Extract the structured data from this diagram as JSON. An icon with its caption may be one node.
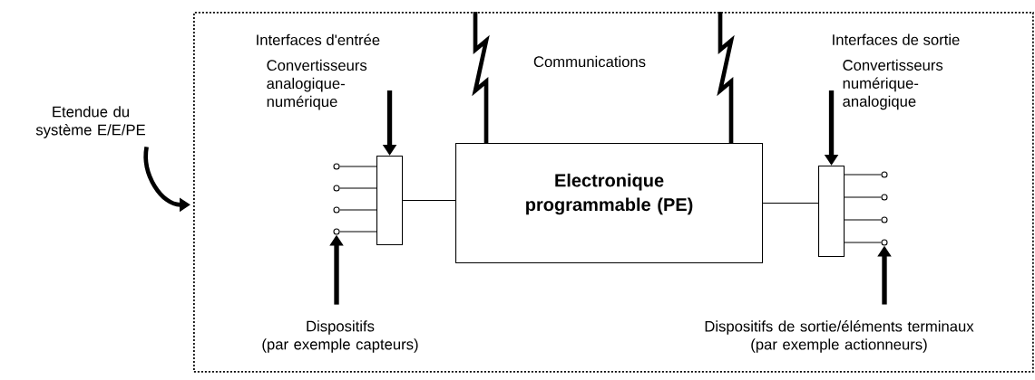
{
  "diagram": {
    "nodes": [
      {
        "text": [],
        "shape": "box"
      },
      {
        "text": [
          "Etendue du système E/E/PE"
        ]
      },
      {
        "text": [
          "Interfaces d'entrée",
          "Convertisseurs analogique-numérique"
        ],
        "in": 0
      },
      {
        "text": [
          "Interfaces de sortie",
          "Convertisseurs numérique-analogique"
        ],
        "in": 0
      },
      {
        "text": [],
        "shape": "box",
        "in": 0
      },
      {
        "text": [
          "Electronique programmable (PE)"
        ],
        "in": 0
      },
      {
        "text": [],
        "shape": "box",
        "in": 0
      },
      {
        "text": [],
        "shape": "circle",
        "in": 0
      },
      {
        "text": [],
        "shape": "circle",
        "in": 0
      },
      {
        "text": [],
        "shape": "circle",
        "in": 0
      },
      {
        "text": [],
        "shape": "circle",
        "in": 0
      },
      {
        "text": [],
        "shape": "circle",
        "in": 0
      },
      {
        "text": [],
        "shape": "circle",
        "in": 0
      },
      {
        "text": [],
        "shape": "circle",
        "in": 0
      },
      {
        "text": [],
        "shape": "circle",
        "in": 0
      },
      {
        "text": [
          "Dispositifs",
          "(par exemple capteurs)"
        ],
        "in": 0
      },
      {
        "text": [
          "Dispositifs de sortie/éléments terminaux",
          "(par exemple actionneurs)"
        ],
        "in": 0
      }
    ],
    "edges": [
      {
        "from": 1,
        "to": 0,
        "arrow": "to",
        "style": "thick"
      },
      {
        "from": 2,
        "to": 4,
        "arrow": "to",
        "style": "thick"
      },
      {
        "from": 3,
        "to": 6,
        "arrow": "to",
        "style": "thick"
      },
      {
        "from": 7,
        "to": 4,
        "arrow": "none"
      },
      {
        "from": 8,
        "to": 4,
        "arrow": "none"
      },
      {
        "from": 9,
        "to": 4,
        "arrow": "none"
      },
      {
        "from": 10,
        "to": 4,
        "arrow": "none"
      },
      {
        "from": 4,
        "to": 5,
        "arrow": "none"
      },
      {
        "from": 5,
        "to": 6,
        "arrow": "none"
      },
      {
        "from": 6,
        "to": 11,
        "arrow": "none"
      },
      {
        "from": 6,
        "to": 12,
        "arrow": "none"
      },
      {
        "from": 6,
        "to": 13,
        "arrow": "none"
      },
      {
        "from": 6,
        "to": 14,
        "arrow": "none"
      },
      {
        "from": 15,
        "to": 10,
        "arrow": "to",
        "style": "thick"
      },
      {
        "from": 16,
        "to": 14,
        "arrow": "to",
        "style": "thick"
      },
      {
        "from": 0,
        "to": 5,
        "arrow": "none",
        "style": "thick"
      },
      {
        "from": 0,
        "to": 5,
        "arrow": "none",
        "style": "thick"
      }
    ],
    "labels": [
      "Communications"
    ]
  }
}
